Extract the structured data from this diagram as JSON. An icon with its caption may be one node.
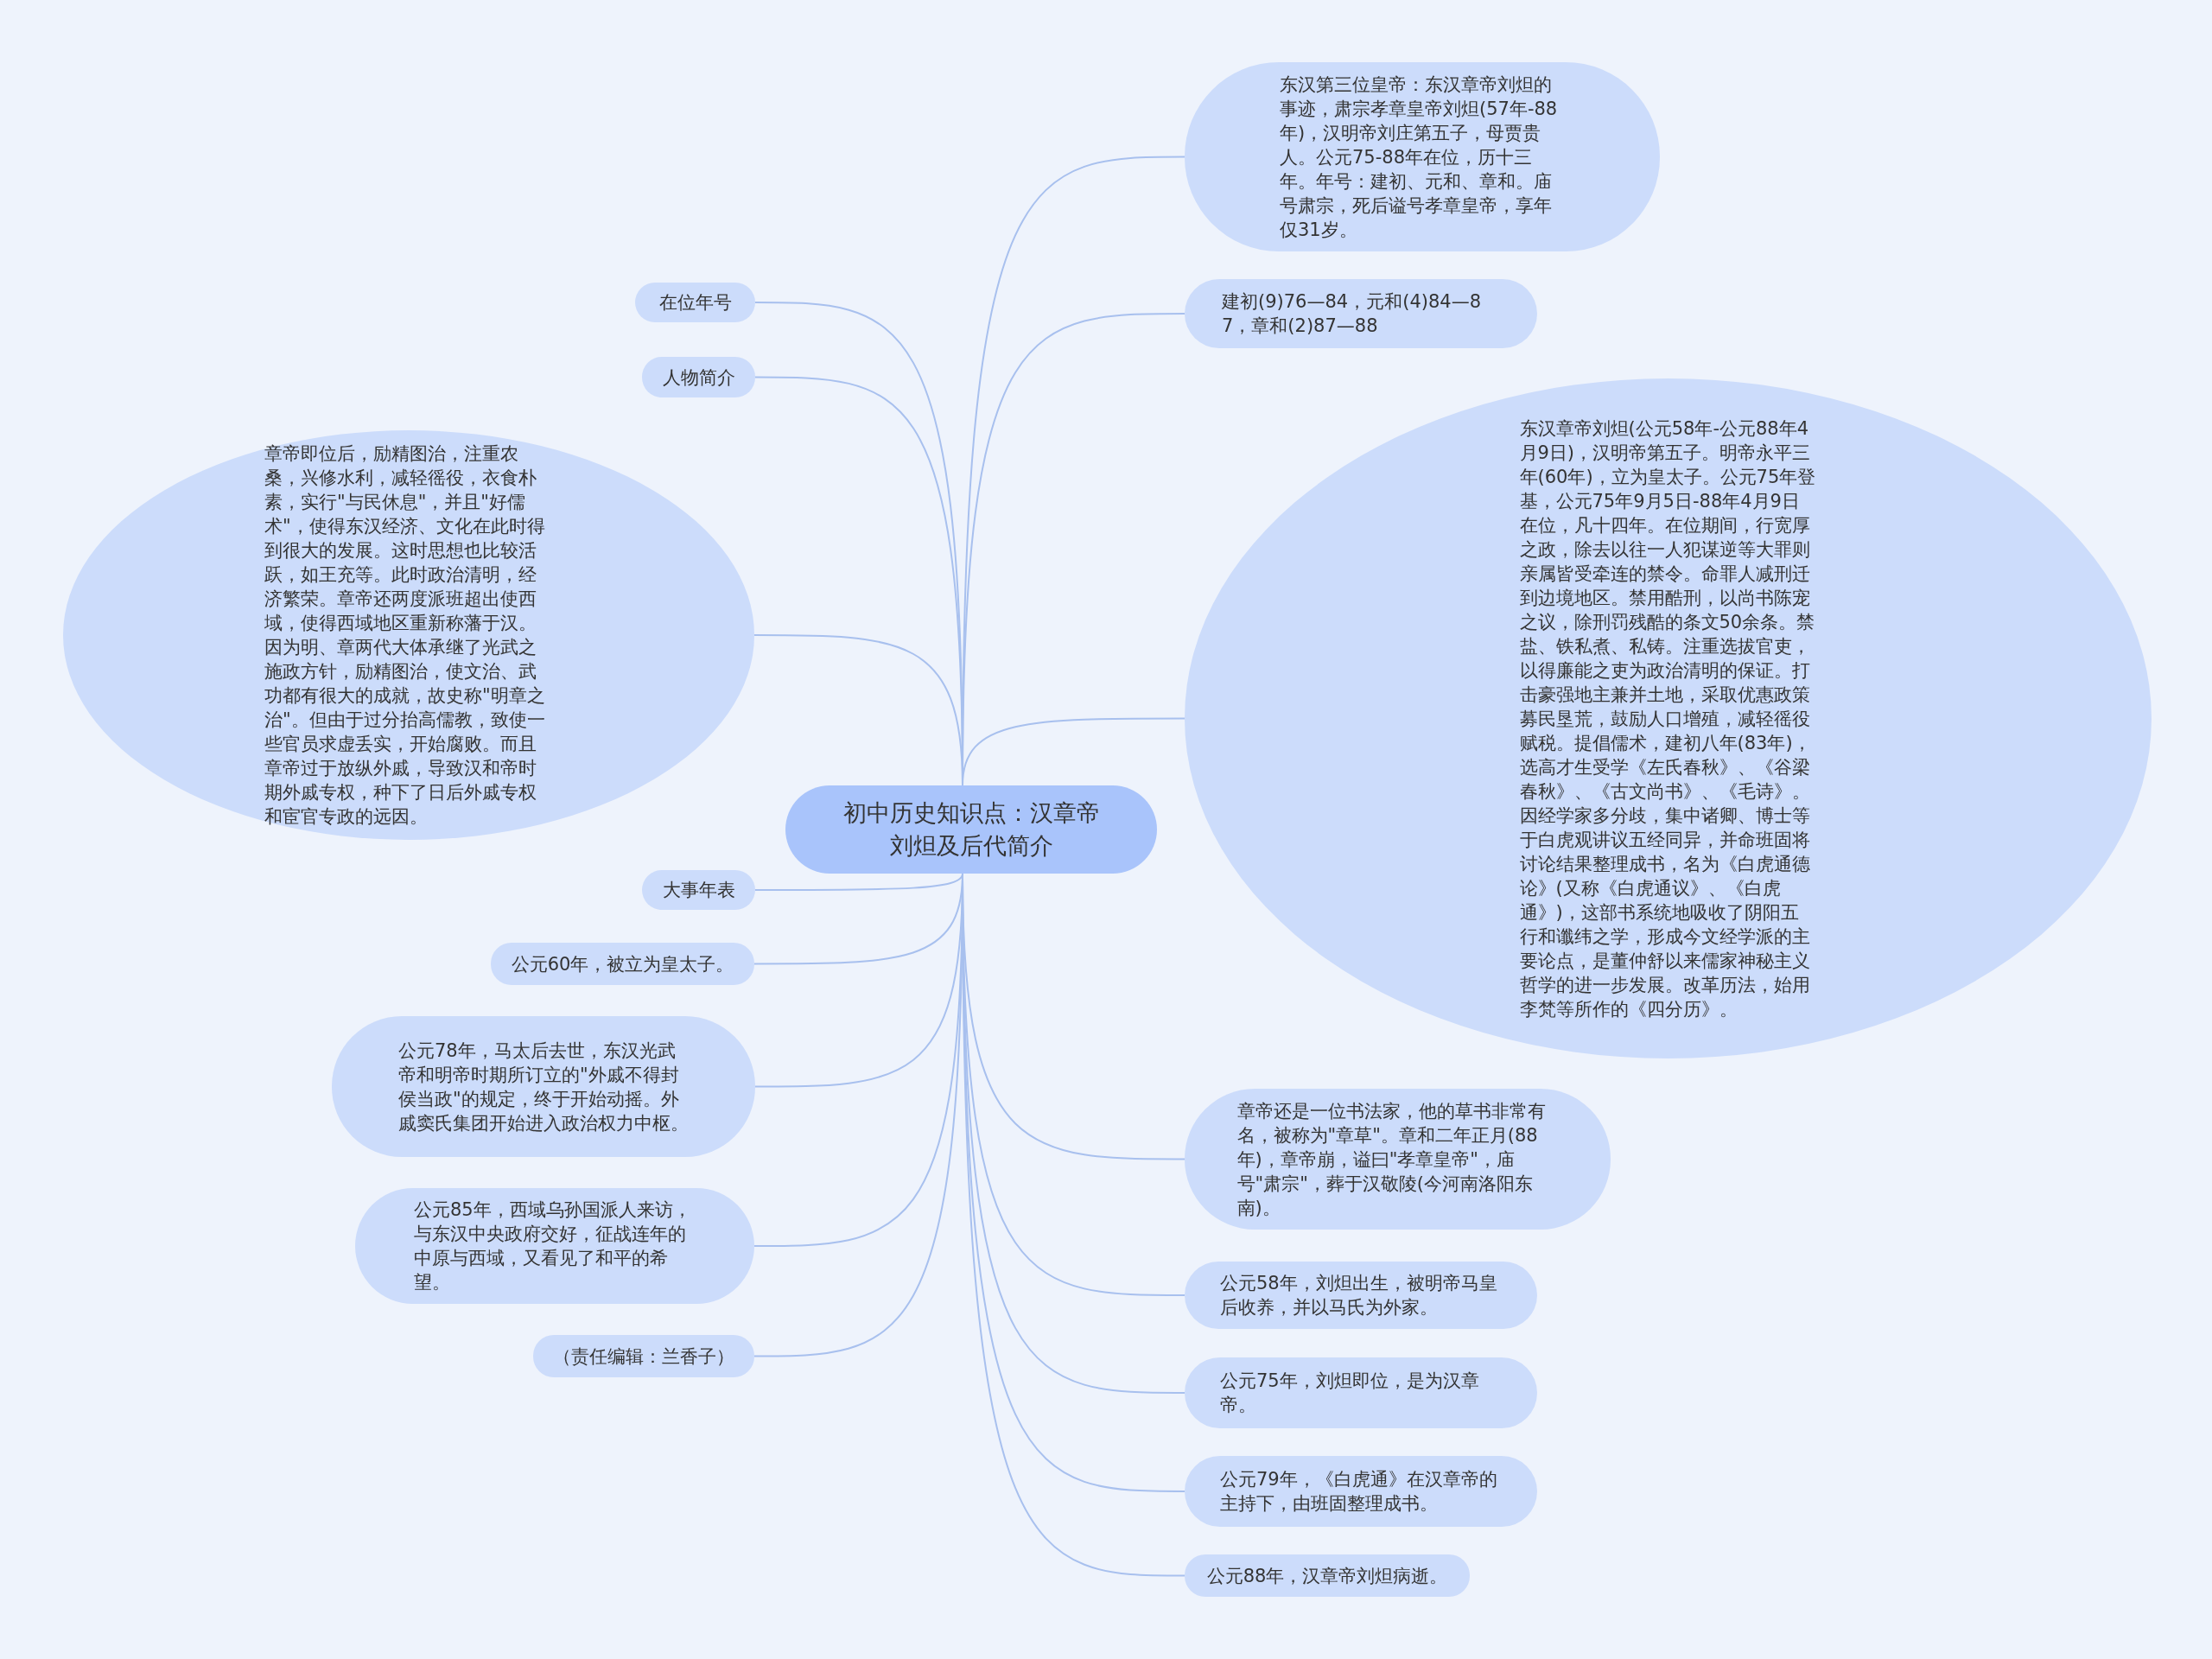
{
  "diagram": {
    "nodes": [
      {
        "text": [
          "初中历史知识点：汉章帝刘炟及后代简介"
        ]
      },
      {
        "text": [
          "在位年号"
        ]
      },
      {
        "text": [
          "人物简介"
        ]
      },
      {
        "text": [
          "章帝即位后，励精图治，注重农桑，兴修水利，减轻徭役，衣食朴素，实行\"与民休息\"，并且\"好儒术\"，使得东汉经济、文化在此时得到很大的发展。这时思想也比较活跃，如王充等。此时政治清明，经济繁荣。章帝还两度派班超出使西域，使得西域地区重新称藩于汉。因为明、章两代大体承继了光武之施政方针，励精图治，使文治、武功都有很大的成就，故史称\"明章之治\"。但由于过分抬高儒教，致使一些官员求虚丢实，开始腐败。而且章帝过于放纵外戚，导致汉和帝时期外戚专权，种下了日后外戚专权和宦官专政的远因。"
        ]
      },
      {
        "text": [
          "大事年表"
        ]
      },
      {
        "text": [
          "公元60年，被立为皇太子。"
        ]
      },
      {
        "text": [
          "公元78年，马太后去世，东汉光武帝和明帝时期所订立的\"外戚不得封侯当政\"的规定，终于开始动摇。外戚窦氏集团开始进入政治权力中枢。"
        ]
      },
      {
        "text": [
          "公元85年，西域乌孙国派人来访，与东汉中央政府交好，征战连年的中原与西域，又看见了和平的希望。"
        ]
      },
      {
        "text": [
          "（责任编辑：兰香子）"
        ]
      },
      {
        "text": [
          "东汉第三位皇帝：东汉章帝刘炟的事迹，肃宗孝章皇帝刘炟(57年-88年)，汉明帝刘庄第五子，母贾贵人。公元75-88年在位，历十三年。年号：建初、元和、章和。庙号肃宗，死后谥号孝章皇帝，享年仅31岁。"
        ]
      },
      {
        "text": [
          "建初(9)76—84，元和(4)84—87，章和(2)87—88"
        ]
      },
      {
        "text": [
          "东汉章帝刘炟(公元58年-公元88年4月9日)，汉明帝第五子。明帝永平三年(60年)，立为皇太子。公元75年登基，公元75年9月5日-88年4月9日在位，凡十四年。在位期间，行宽厚之政，除去以往一人犯谋逆等大罪则亲属皆受牵连的禁令。命罪人减刑迁到边境地区。禁用酷刑，以尚书陈宠之议，除刑罚残酷的条文50余条。禁盐、铁私煮、私铸。注重选拔官吏，以得廉能之吏为政治清明的保证。打击豪强地主兼并土地，采取优惠政策募民垦荒，鼓励人口增殖，减轻徭役赋税。提倡儒术，建初八年(83年)，选高才生受学《左氏春秋》、《谷梁春秋》、《古文尚书》、《毛诗》。因经学家多分歧，集中诸卿、博士等于白虎观讲议五经同异，并命班固将讨论结果整理成书，名为《白虎通德论》(又称《白虎通议》、《白虎通》)，这部书系统地吸收了阴阳五行和谶纬之学，形成今文经学派的主要论点，是董仲舒以来儒家神秘主义哲学的进一步发展。改革历法，始用李梵等所作的《四分历》。"
        ]
      },
      {
        "text": [
          "章帝还是一位书法家，他的草书非常有名，被称为\"章草\"。章和二年正月(88年)，章帝崩，谥曰\"孝章皇帝\"，庙号\"肃宗\"，葬于汉敬陵(今河南洛阳东南)。"
        ]
      },
      {
        "text": [
          "公元58年，刘炟出生，被明帝马皇后收养，并以马氏为外家。"
        ]
      },
      {
        "text": [
          "公元75年，刘炟即位，是为汉章帝。"
        ]
      },
      {
        "text": [
          "公元79年，《白虎通》在汉章帝的主持下，由班固整理成书。"
        ]
      },
      {
        "text": [
          "公元88年，汉章帝刘炟病逝。"
        ]
      }
    ],
    "edges": [
      {
        "from": 0,
        "to": 1,
        "arrow": "none"
      },
      {
        "from": 0,
        "to": 2,
        "arrow": "none"
      },
      {
        "from": 0,
        "to": 3,
        "arrow": "none"
      },
      {
        "from": 0,
        "to": 4,
        "arrow": "none"
      },
      {
        "from": 0,
        "to": 5,
        "arrow": "none"
      },
      {
        "from": 0,
        "to": 6,
        "arrow": "none"
      },
      {
        "from": 0,
        "to": 7,
        "arrow": "none"
      },
      {
        "from": 0,
        "to": 8,
        "arrow": "none"
      },
      {
        "from": 0,
        "to": 9,
        "arrow": "none"
      },
      {
        "from": 0,
        "to": 10,
        "arrow": "none"
      },
      {
        "from": 0,
        "to": 11,
        "arrow": "none"
      },
      {
        "from": 0,
        "to": 12,
        "arrow": "none"
      },
      {
        "from": 0,
        "to": 13,
        "arrow": "none"
      },
      {
        "from": 0,
        "to": 14,
        "arrow": "none"
      },
      {
        "from": 0,
        "to": 15,
        "arrow": "none"
      },
      {
        "from": 0,
        "to": 16,
        "arrow": "none"
      }
    ]
  }
}
